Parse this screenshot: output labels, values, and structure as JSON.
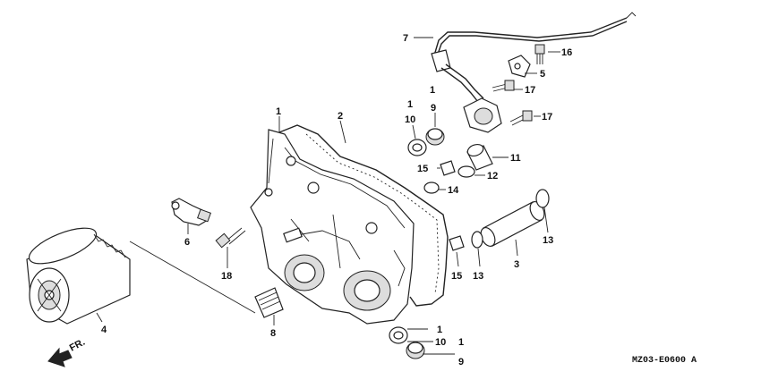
{
  "diagram": {
    "part_code": "MZ03-E0600 A",
    "front_marker": "FR.",
    "callouts": [
      {
        "id": "c1a",
        "text": "1"
      },
      {
        "id": "c2",
        "text": "2"
      },
      {
        "id": "c7",
        "text": "7"
      },
      {
        "id": "c16",
        "text": "16"
      },
      {
        "id": "c5",
        "text": "5"
      },
      {
        "id": "c17a",
        "text": "17"
      },
      {
        "id": "c17b",
        "text": "17"
      },
      {
        "id": "c1b",
        "text": "1"
      },
      {
        "id": "c1c",
        "text": "1"
      },
      {
        "id": "c10a",
        "text": "10"
      },
      {
        "id": "c9a",
        "text": "9"
      },
      {
        "id": "c11",
        "text": "11"
      },
      {
        "id": "c15a",
        "text": "15"
      },
      {
        "id": "c12",
        "text": "12"
      },
      {
        "id": "c14",
        "text": "14"
      },
      {
        "id": "c6",
        "text": "6"
      },
      {
        "id": "c18",
        "text": "18"
      },
      {
        "id": "c8",
        "text": "8"
      },
      {
        "id": "c4",
        "text": "4"
      },
      {
        "id": "c13a",
        "text": "13"
      },
      {
        "id": "c13b",
        "text": "13"
      },
      {
        "id": "c15b",
        "text": "15"
      },
      {
        "id": "c3",
        "text": "3"
      },
      {
        "id": "c1d",
        "text": "1"
      },
      {
        "id": "c10b",
        "text": "10"
      },
      {
        "id": "c1e",
        "text": "1"
      },
      {
        "id": "c9b",
        "text": "9"
      }
    ]
  }
}
